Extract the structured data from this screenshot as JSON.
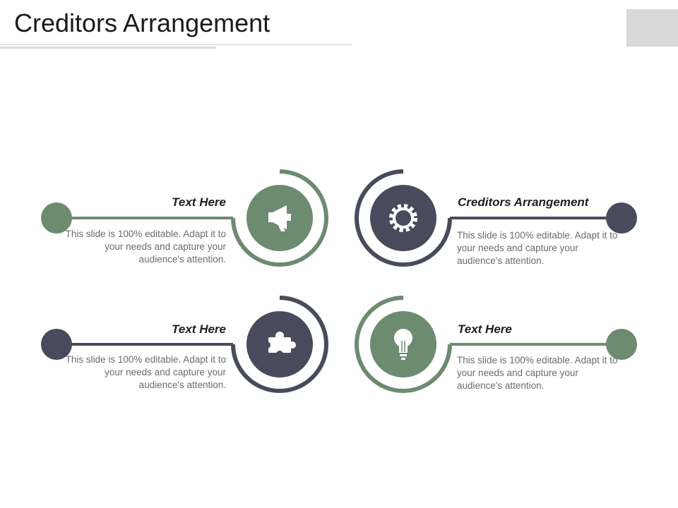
{
  "slide": {
    "title": "Creditors Arrangement"
  },
  "colors": {
    "green": "#6d8b70",
    "navy": "#474b5c",
    "rule": "#cfcfcf",
    "corner": "#d9d9d9"
  },
  "items": [
    {
      "title": "Text Here",
      "body": "This slide is 100% editable. Adapt it to your needs and capture your audience's attention.",
      "icon": "megaphone-icon",
      "color": "green"
    },
    {
      "title": "Creditors Arrangement",
      "body": "This slide is 100% editable. Adapt it to your needs and capture your audience's attention.",
      "icon": "gear-icon",
      "color": "navy"
    },
    {
      "title": "Text Here",
      "body": "This slide is 100% editable. Adapt it to your needs and capture your audience's attention.",
      "icon": "puzzle-icon",
      "color": "navy"
    },
    {
      "title": "Text Here",
      "body": "This slide is 100% editable. Adapt it to your needs and capture your audience's attention.",
      "icon": "lightbulb-icon",
      "color": "green"
    }
  ]
}
